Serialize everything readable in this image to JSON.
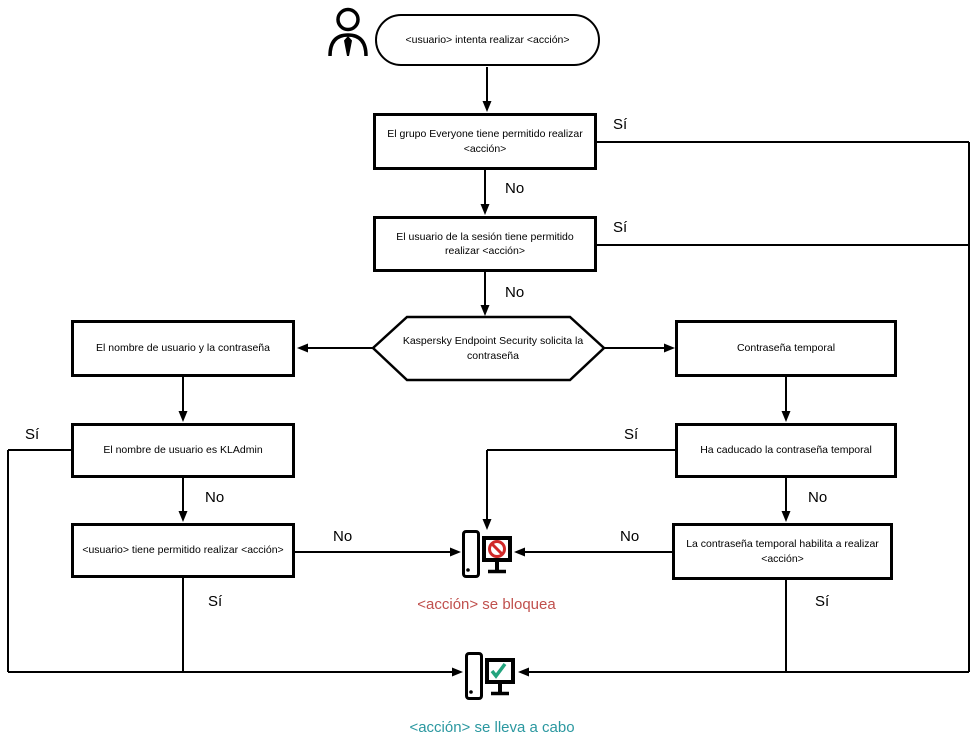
{
  "diagram": {
    "start_label": "<usuario> intenta realizar <acción>",
    "nodes": {
      "everyone": "El grupo Everyone tiene permitido realizar <acción>",
      "session_user": "El usuario de la sesión tiene permitido realizar <acción>",
      "kes_prompt": "Kaspersky Endpoint Security solicita la contraseña",
      "name_password": "El nombre de usuario y la contraseña",
      "temp_password": "Contraseña temporal",
      "is_kladmin": "El nombre de usuario es KLAdmin",
      "user_allowed": "<usuario> tiene permitido realizar <acción>",
      "temp_expired": "Ha caducado la contraseña temporal",
      "temp_allows": "La contraseña temporal habilita a realizar <acción>"
    },
    "labels": {
      "yes": "Sí",
      "no": "No"
    },
    "outcomes": {
      "blocked": "<acción> se bloquea",
      "done": "<acción> se lleva a cabo"
    },
    "colors": {
      "line": "#000000",
      "blocked_text": "#c0504d",
      "prohibition_sign": "#d02828",
      "done_text": "#2b98a0",
      "check_mark": "#23a47e"
    },
    "icons": [
      "user-icon",
      "blocked-computer-icon",
      "allowed-computer-icon"
    ]
  }
}
